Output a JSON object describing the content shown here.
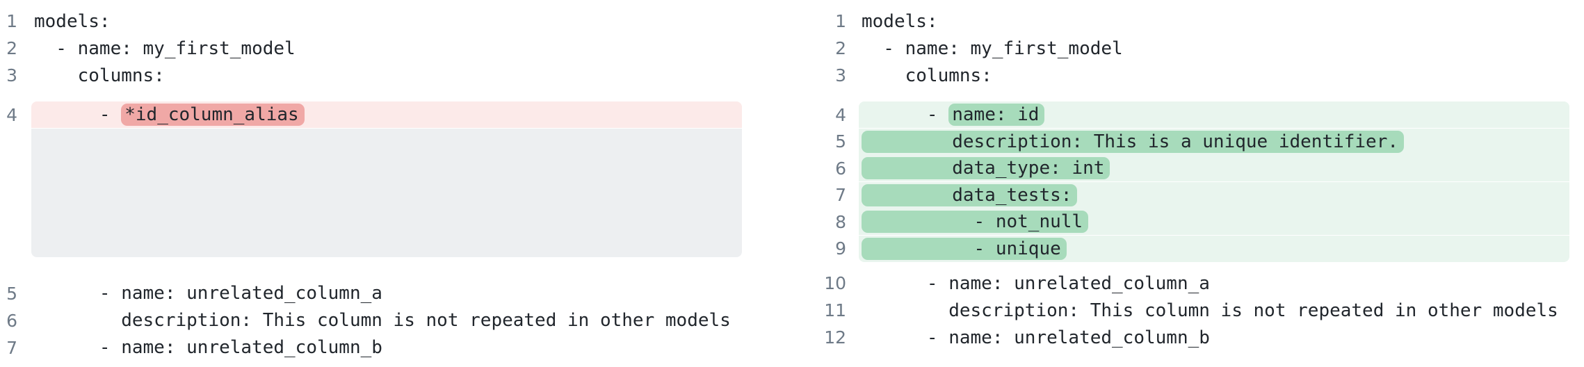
{
  "colors": {
    "background": "#ffffff",
    "code_text": "#21262c",
    "line_number": "#6e7a87",
    "removed_row_bg": "#fceae9",
    "removed_token_bg": "#f0a8a6",
    "added_row_bg": "#e9f5ee",
    "added_token_bg": "#a7dbbb",
    "spacer_bg": "#edeff1"
  },
  "panes": [
    {
      "name": "pane-before",
      "side": "left",
      "lines": [
        {
          "num": "1",
          "type": "context",
          "segments": [
            {
              "text": "models:",
              "hl": false
            }
          ]
        },
        {
          "num": "2",
          "type": "context",
          "segments": [
            {
              "text": "  - name: my_first_model",
              "hl": false
            }
          ]
        },
        {
          "num": "3",
          "type": "context",
          "segments": [
            {
              "text": "    columns:",
              "hl": false
            }
          ]
        },
        {
          "num": "4",
          "type": "removed",
          "first": true,
          "single": true,
          "segments": [
            {
              "text": "      - ",
              "hl": false
            },
            {
              "text": "*id_column_alias",
              "hl": true
            }
          ]
        },
        {
          "type": "spacer"
        },
        {
          "num": "5",
          "type": "context",
          "segments": [
            {
              "text": "      - name: unrelated_column_a",
              "hl": false
            }
          ]
        },
        {
          "num": "6",
          "type": "context",
          "segments": [
            {
              "text": "        description: This column is not repeated in other models",
              "hl": false
            }
          ]
        },
        {
          "num": "7",
          "type": "context",
          "segments": [
            {
              "text": "      - name: unrelated_column_b",
              "hl": false
            }
          ]
        }
      ]
    },
    {
      "name": "pane-after",
      "side": "right",
      "lines": [
        {
          "num": "1",
          "type": "context",
          "segments": [
            {
              "text": "models:",
              "hl": false
            }
          ]
        },
        {
          "num": "2",
          "type": "context",
          "segments": [
            {
              "text": "  - name: my_first_model",
              "hl": false
            }
          ]
        },
        {
          "num": "3",
          "type": "context",
          "segments": [
            {
              "text": "    columns:",
              "hl": false
            }
          ]
        },
        {
          "num": "4",
          "type": "added",
          "first": true,
          "segments": [
            {
              "text": "      - ",
              "hl": false
            },
            {
              "text": "name: id",
              "hl": true
            }
          ]
        },
        {
          "num": "5",
          "type": "added",
          "segments": [
            {
              "text": "        description: This is a unique identifier.",
              "hl": true
            }
          ]
        },
        {
          "num": "6",
          "type": "added",
          "segments": [
            {
              "text": "        data_type: int",
              "hl": true
            }
          ]
        },
        {
          "num": "7",
          "type": "added",
          "segments": [
            {
              "text": "        data_tests:",
              "hl": true
            }
          ]
        },
        {
          "num": "8",
          "type": "added",
          "segments": [
            {
              "text": "          - not_null",
              "hl": true
            }
          ]
        },
        {
          "num": "9",
          "type": "added",
          "last": true,
          "segments": [
            {
              "text": "          - unique",
              "hl": true
            }
          ]
        },
        {
          "num": "10",
          "type": "context",
          "segments": [
            {
              "text": "      - name: unrelated_column_a",
              "hl": false
            }
          ]
        },
        {
          "num": "11",
          "type": "context",
          "segments": [
            {
              "text": "        description: This column is not repeated in other models",
              "hl": false
            }
          ]
        },
        {
          "num": "12",
          "type": "context",
          "segments": [
            {
              "text": "      - name: unrelated_column_b",
              "hl": false
            }
          ]
        }
      ]
    }
  ]
}
